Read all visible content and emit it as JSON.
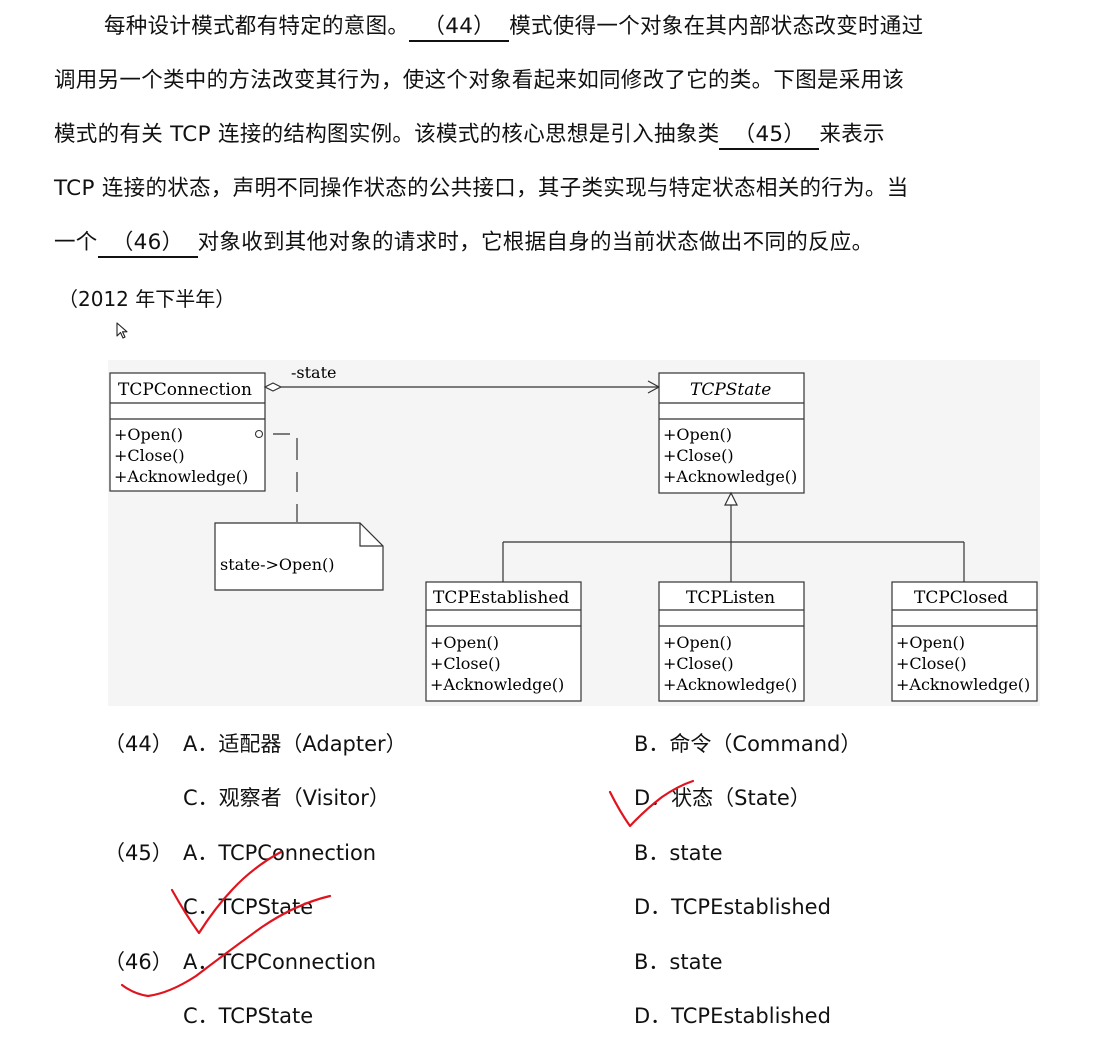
{
  "question": {
    "l1_pre": "每种设计模式都有特定的意图。",
    "l1_b44": "（44）",
    "l1_post": "模式使得一个对象在其内部状态改变时通过",
    "l2": "调用另一个类中的方法改变其行为，使这个对象看起来如同修改了它的类。下图是采用该",
    "l3_pre": "模式的有关 TCP 连接的结构图实例。该模式的核心思想是引入抽象类",
    "l3_b45": "（45）",
    "l3_post": "来表示",
    "l4": "TCP 连接的状态，声明不同操作状态的公共接口，其子类实现与特定状态相关的行为。当",
    "l5_pre": "一个",
    "l5_b46": "（46）",
    "l5_post": "对象收到其他对象的请求时，它根据自身的当前状态做出不同的反应。",
    "year": "（2012 年下半年）"
  },
  "diagram": {
    "association_label": "-state",
    "note": "state->Open()",
    "classes": [
      {
        "name": "TCPConnection",
        "ops": [
          "+Open()",
          "+Close()",
          "+Acknowledge()"
        ]
      },
      {
        "name": "TCPState",
        "ops": [
          "+Open()",
          "+Close()",
          "+Acknowledge()"
        ]
      },
      {
        "name": "TCPEstablished",
        "ops": [
          "+Open()",
          "+Close()",
          "+Acknowledge()"
        ]
      },
      {
        "name": "TCPListen",
        "ops": [
          "+Open()",
          "+Close()",
          "+Acknowledge()"
        ]
      },
      {
        "name": "TCPClosed",
        "ops": [
          "+Open()",
          "+Close()",
          "+Acknowledge()"
        ]
      }
    ]
  },
  "options": {
    "q44": {
      "num": "（44）",
      "A": "A．适配器（Adapter）",
      "B": "B．命令（Command）",
      "C": "C．观察者（Visitor）",
      "D": "D．状态（State）"
    },
    "q45": {
      "num": "（45）",
      "A": "A．TCPConnection",
      "B": "B．state",
      "C": "C．TCPState",
      "D": "D．TCPEstablished"
    },
    "q46": {
      "num": "（46）",
      "A": "A．TCPConnection",
      "B": "B．state",
      "C": "C．TCPState",
      "D": "D．TCPEstablished"
    }
  },
  "colors": {
    "mark": "#e0141e",
    "diagram_bg": "#f5f5f5",
    "text": "#111111"
  }
}
